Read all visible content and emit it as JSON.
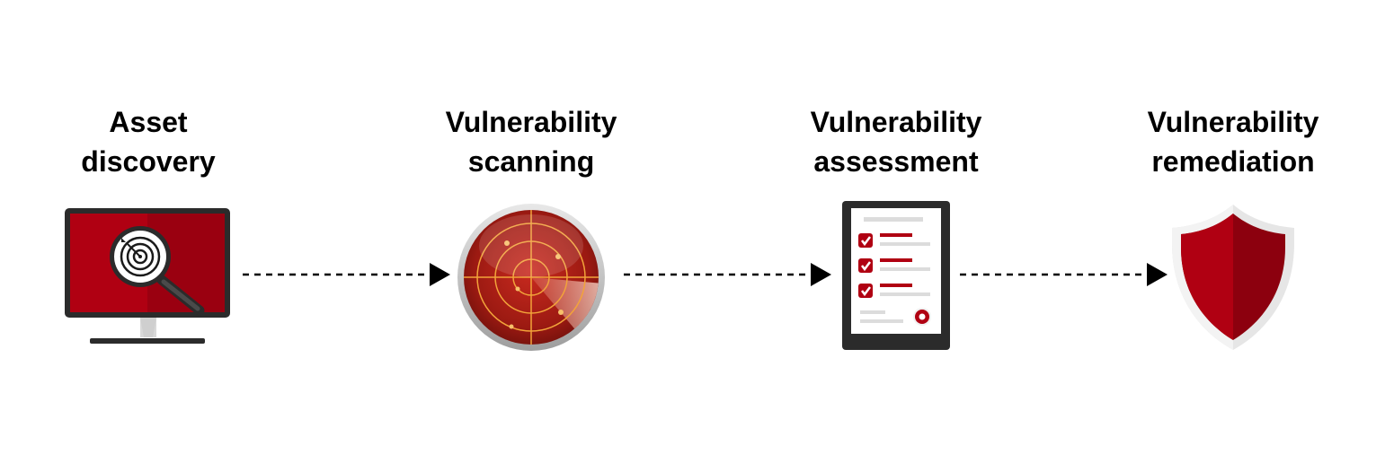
{
  "diagram": {
    "steps": [
      {
        "line1": "Asset",
        "line2": "discovery",
        "icon": "monitor-magnifier-icon"
      },
      {
        "line1": "Vulnerability",
        "line2": "scanning",
        "icon": "radar-icon"
      },
      {
        "line1": "Vulnerability",
        "line2": "assessment",
        "icon": "checklist-clipboard-icon"
      },
      {
        "line1": "Vulnerability",
        "line2": "remediation",
        "icon": "shield-icon"
      }
    ],
    "colors": {
      "accent": "#b00012",
      "accent_dark": "#8c000e",
      "frame": "#2b2b2b",
      "arrow": "#000000"
    }
  }
}
